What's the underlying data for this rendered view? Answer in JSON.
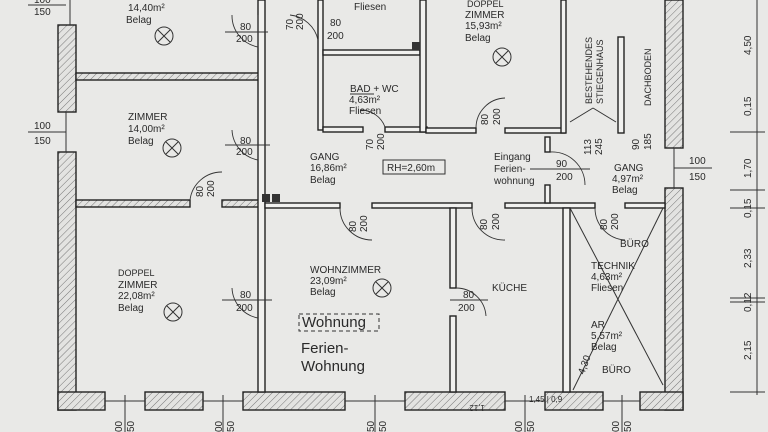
{
  "rooms": [
    {
      "id": "top-left",
      "name": "",
      "area": "14,40m²",
      "floor": "Belag"
    },
    {
      "id": "zimmer",
      "name": "ZIMMER",
      "area": "14,00m²",
      "floor": "Belag"
    },
    {
      "id": "doppelzimmer-left",
      "name_top": "DOPPEL",
      "name": "ZIMMER",
      "area": "22,08m²",
      "floor": "Belag"
    },
    {
      "id": "top-fliesen",
      "name": "",
      "area": "",
      "floor": "Fliesen"
    },
    {
      "id": "bad",
      "name": "BAD + WC",
      "area": "4,63m²",
      "floor": "Fliesen"
    },
    {
      "id": "gang",
      "name": "GANG",
      "area": "16,86m²",
      "floor": "Belag"
    },
    {
      "id": "doppelzimmer-right",
      "name_top": "DOPPEL",
      "name": "ZIMMER",
      "area": "15,93m²",
      "floor": "Belag"
    },
    {
      "id": "wohnzimmer",
      "name": "WOHNZIMMER",
      "area": "23,09m²",
      "floor": "Belag"
    },
    {
      "id": "kueche",
      "name": "KÜCHE"
    },
    {
      "id": "gang-small",
      "name": "GANG",
      "area": "4,97m²",
      "floor": "Belag"
    },
    {
      "id": "technik",
      "name": "TECHNIK",
      "area": "4,63m²",
      "floor": "Fliesen",
      "tag": "BÜRO"
    },
    {
      "id": "ar",
      "name": "AR",
      "area": "5,57m²",
      "floor": "Belag",
      "tag": "BÜRO"
    }
  ],
  "annotations": {
    "rh": "RH=2,60m",
    "eingang": [
      "Eingang",
      "Ferien-",
      "wohnung"
    ],
    "stairs": [
      "BESTEHENDES",
      "STIEGENHAUS"
    ],
    "dachboden": "DACHBODEN",
    "wohnung": "Wohnung",
    "ferienwohnung": [
      "Ferien-",
      "Wohnung"
    ],
    "diag": "4,30",
    "sill_left": "1,12",
    "sill_mid": "1,45 | 0,9"
  },
  "doors": [
    {
      "w": "80",
      "h": "200"
    },
    {
      "w": "70",
      "h": "200"
    },
    {
      "w": "80",
      "h": "200"
    },
    {
      "w": "80",
      "h": "200"
    },
    {
      "w": "80",
      "h": "200"
    },
    {
      "w": "70",
      "h": "200"
    },
    {
      "w": "80",
      "h": "200"
    },
    {
      "w": "80",
      "h": "200"
    },
    {
      "w": "80",
      "h": "200"
    },
    {
      "w": "80",
      "h": "200"
    },
    {
      "w": "90",
      "h": "200"
    },
    {
      "w": "113",
      "h": "245"
    },
    {
      "w": "90",
      "h": "185"
    },
    {
      "w": "80",
      "h": "200"
    },
    {
      "w": "80",
      "h": "200"
    }
  ],
  "windows": [
    {
      "w": "100",
      "h": "150"
    },
    {
      "w": "100",
      "h": "150"
    },
    {
      "w": "100",
      "h": "150"
    }
  ],
  "bottom_dims": [
    {
      "a": "00",
      "b": "50"
    },
    {
      "a": "00",
      "b": "50"
    },
    {
      "a": "50",
      "b": "50"
    },
    {
      "a": "00",
      "b": "50"
    },
    {
      "a": "00",
      "b": "50"
    }
  ],
  "right_dims": [
    "4,50",
    "0,15",
    "1,70",
    "0,15",
    "2,33",
    "0,12",
    "2,15"
  ]
}
